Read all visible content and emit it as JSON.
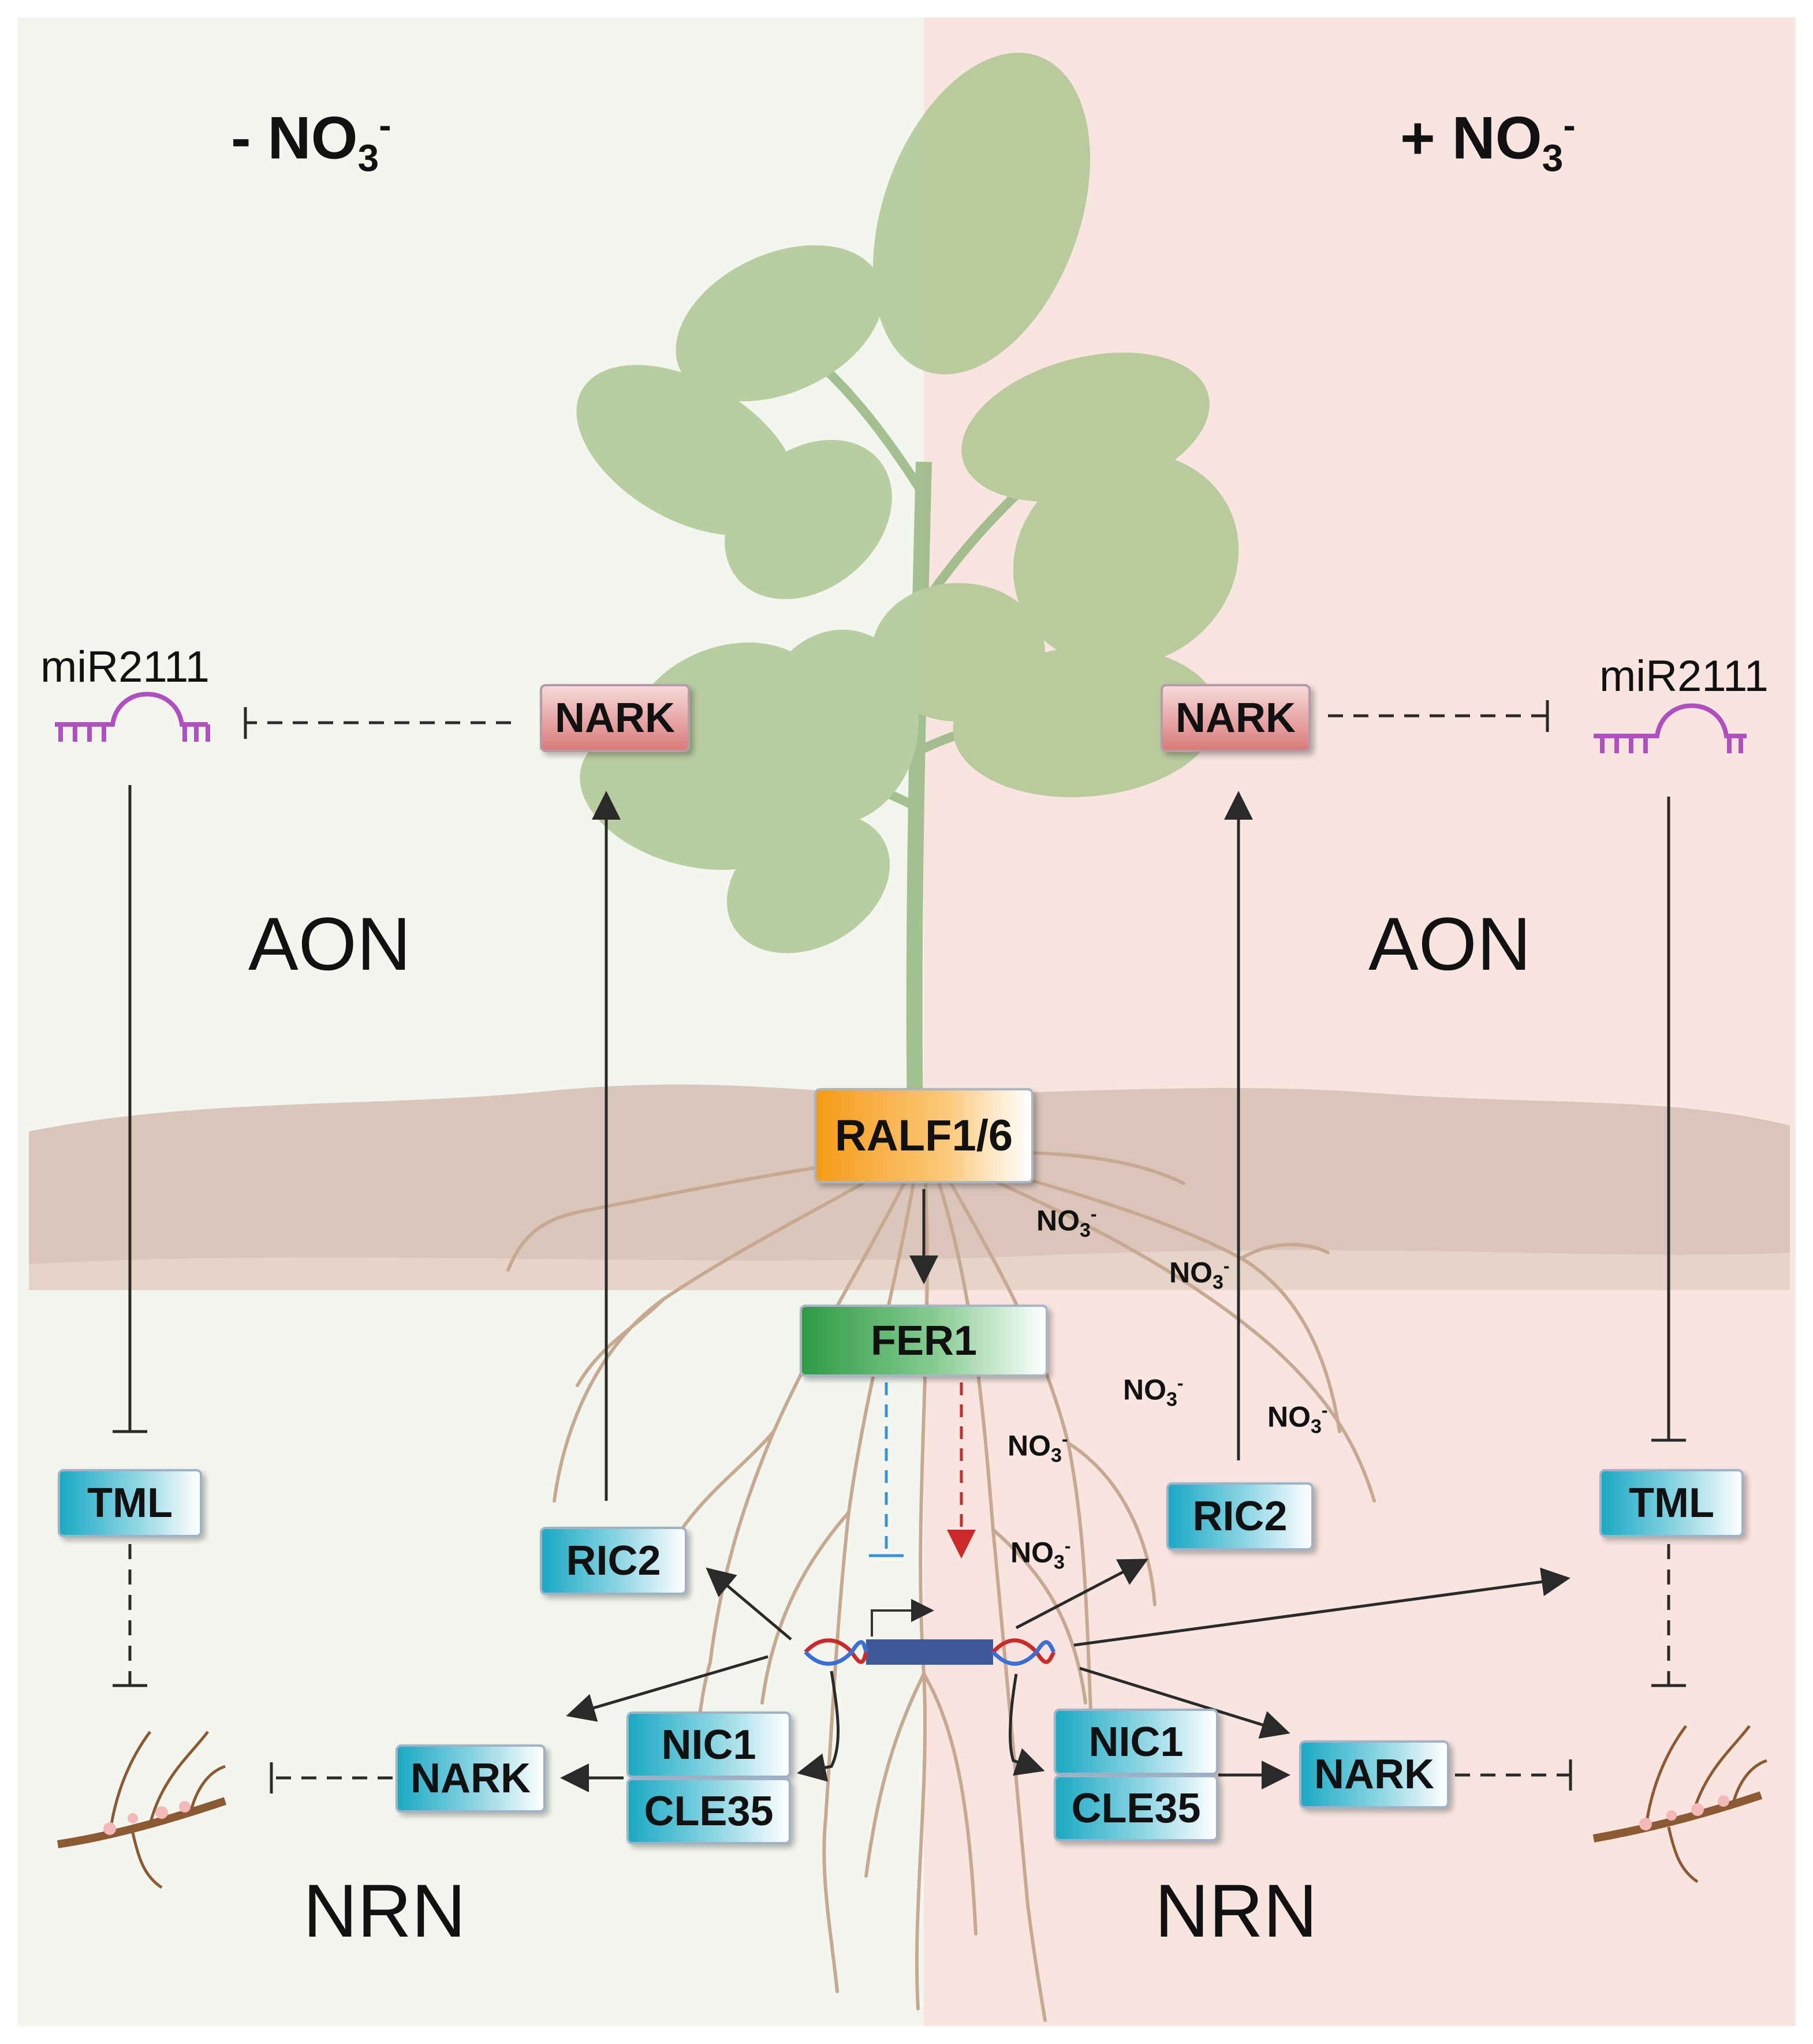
{
  "panels": {
    "left": {
      "sign": "- NO",
      "sub": "3",
      "sup": "-"
    },
    "right": {
      "sign": "+ NO",
      "sub": "3",
      "sup": "-"
    }
  },
  "labels": {
    "aon": "AON",
    "nrn": "NRN",
    "mir2111": "miR2111",
    "nark": "NARK",
    "tml": "TML",
    "ric2": "RIC2",
    "nic1": "NIC1",
    "cle35": "CLE35",
    "ralf": "RALF1/6",
    "fer1": "FER1"
  },
  "nitrate": {
    "base": "NO",
    "sub": "3",
    "sup": "-"
  },
  "colors": {
    "left_bg": "#f2f6ee",
    "right_bg": "#f8e5e0",
    "soil": "#d9c3b7",
    "root": "#c7a992",
    "leaf": "#a9c48d",
    "teal": "#1aa9c4",
    "nark_red": "#d97b7b",
    "ralf_orange": "#f59b17",
    "fer_green": "#2f9a44",
    "mirna": "#b04fbf",
    "inhibit_blue": "#3a8fd6",
    "activate_red": "#cc2a2a"
  },
  "icons": [
    "plant-illustration",
    "root-system",
    "soil-layer",
    "mirna-hairpin-icon",
    "dna-gene-icon",
    "nodulated-root-icon"
  ]
}
